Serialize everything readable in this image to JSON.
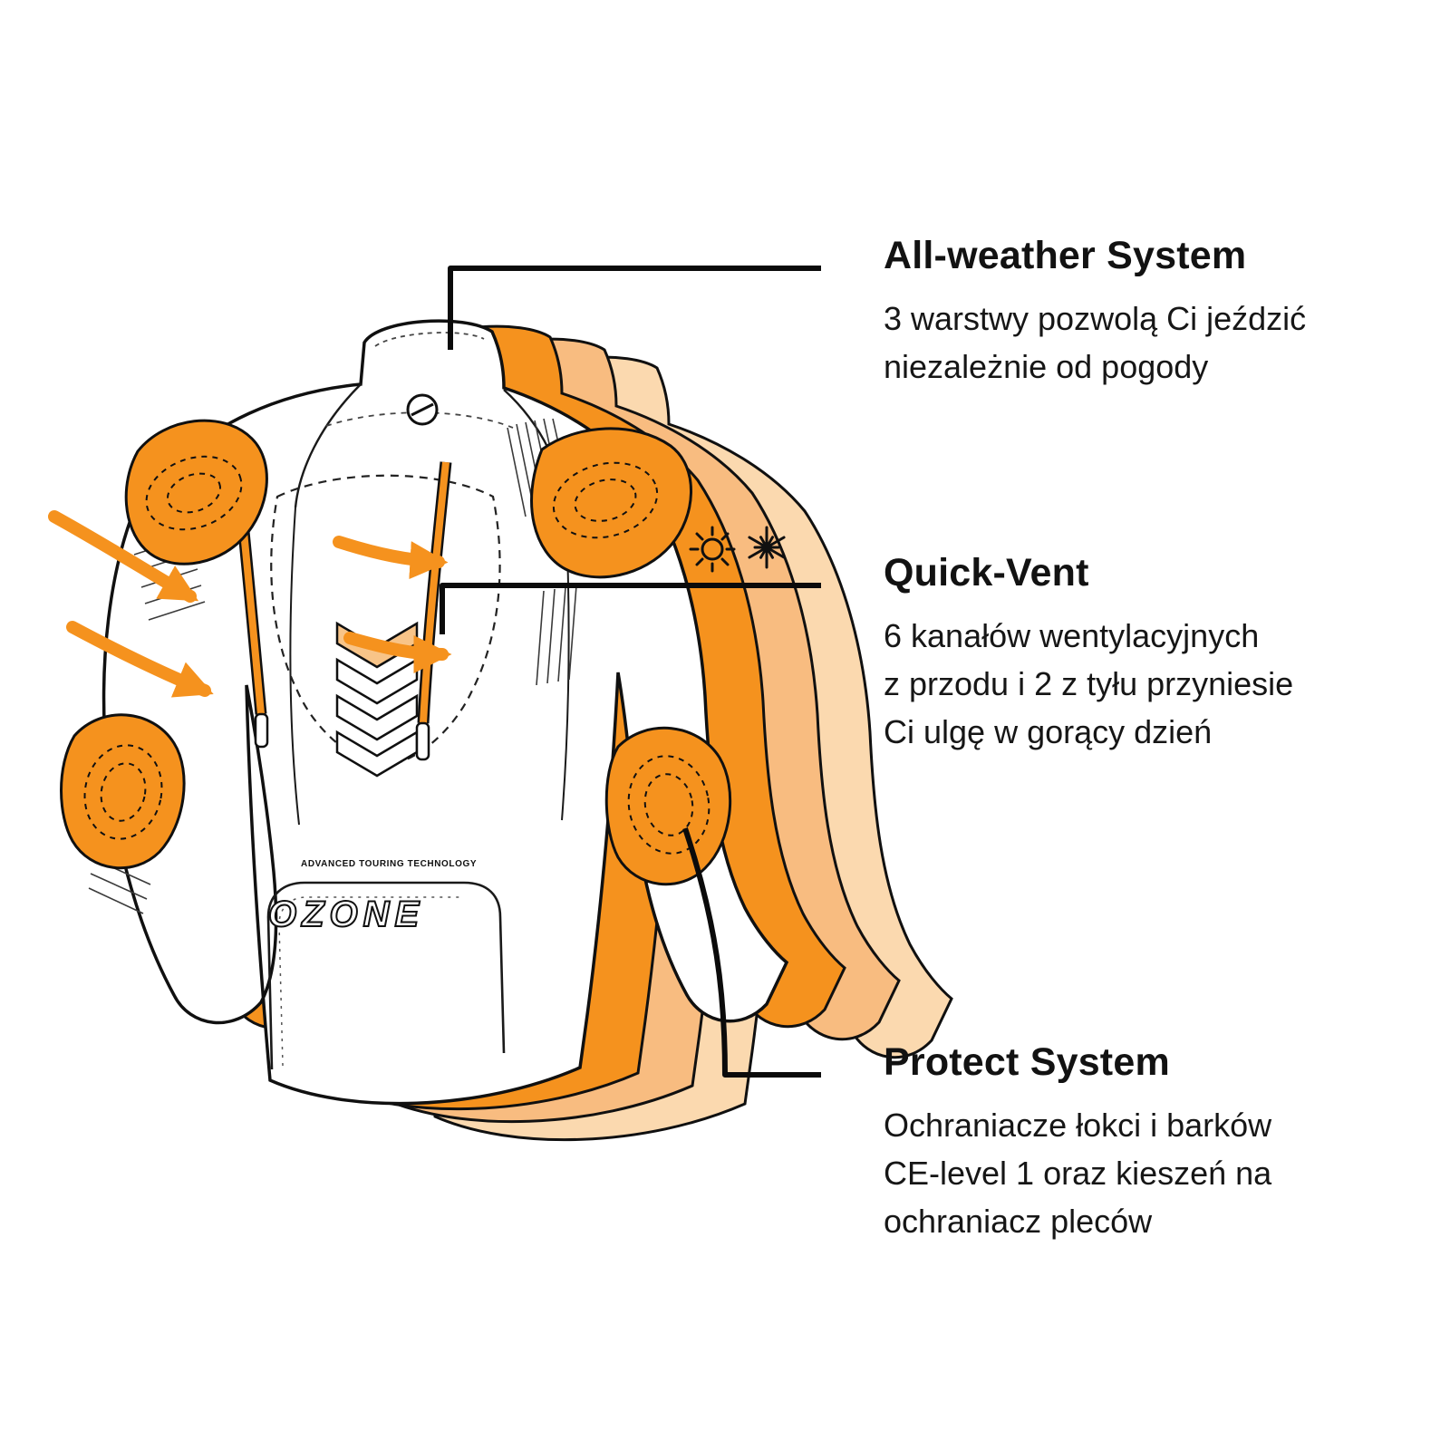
{
  "figure": {
    "type": "product-feature-diagram",
    "subject": "motorcycle touring jacket, back view with layered shells"
  },
  "brand": {
    "logo_text": "OZONE",
    "tagline": "ADVANCED TOURING TECHNOLOGY"
  },
  "colors": {
    "accent": "#F5921E",
    "accent_light": "#F8BC80",
    "accent_pale": "#FBD9AF",
    "chevron_fill": "#F8C488",
    "outline": "#101010",
    "text": "#111111",
    "background": "#FFFFFF"
  },
  "icons": [
    {
      "name": "sun-icon",
      "meaning": "hot weather"
    },
    {
      "name": "snowflake-icon",
      "meaning": "cold weather"
    }
  ],
  "callouts": [
    {
      "title": "All-weather System",
      "lines": [
        "3 warstwy pozwolą Ci jeździć",
        "niezależnie od pogody"
      ]
    },
    {
      "title": "Quick-Vent",
      "lines": [
        "6 kanałów wentylacyjnych",
        "z przodu i 2 z tyłu przyniesie",
        "Ci ulgę w gorący dzień"
      ]
    },
    {
      "title": "Protect System",
      "lines": [
        "Ochraniacze łokci i barków",
        "CE-level 1 oraz kieszeń na",
        "ochraniacz pleców"
      ]
    }
  ]
}
